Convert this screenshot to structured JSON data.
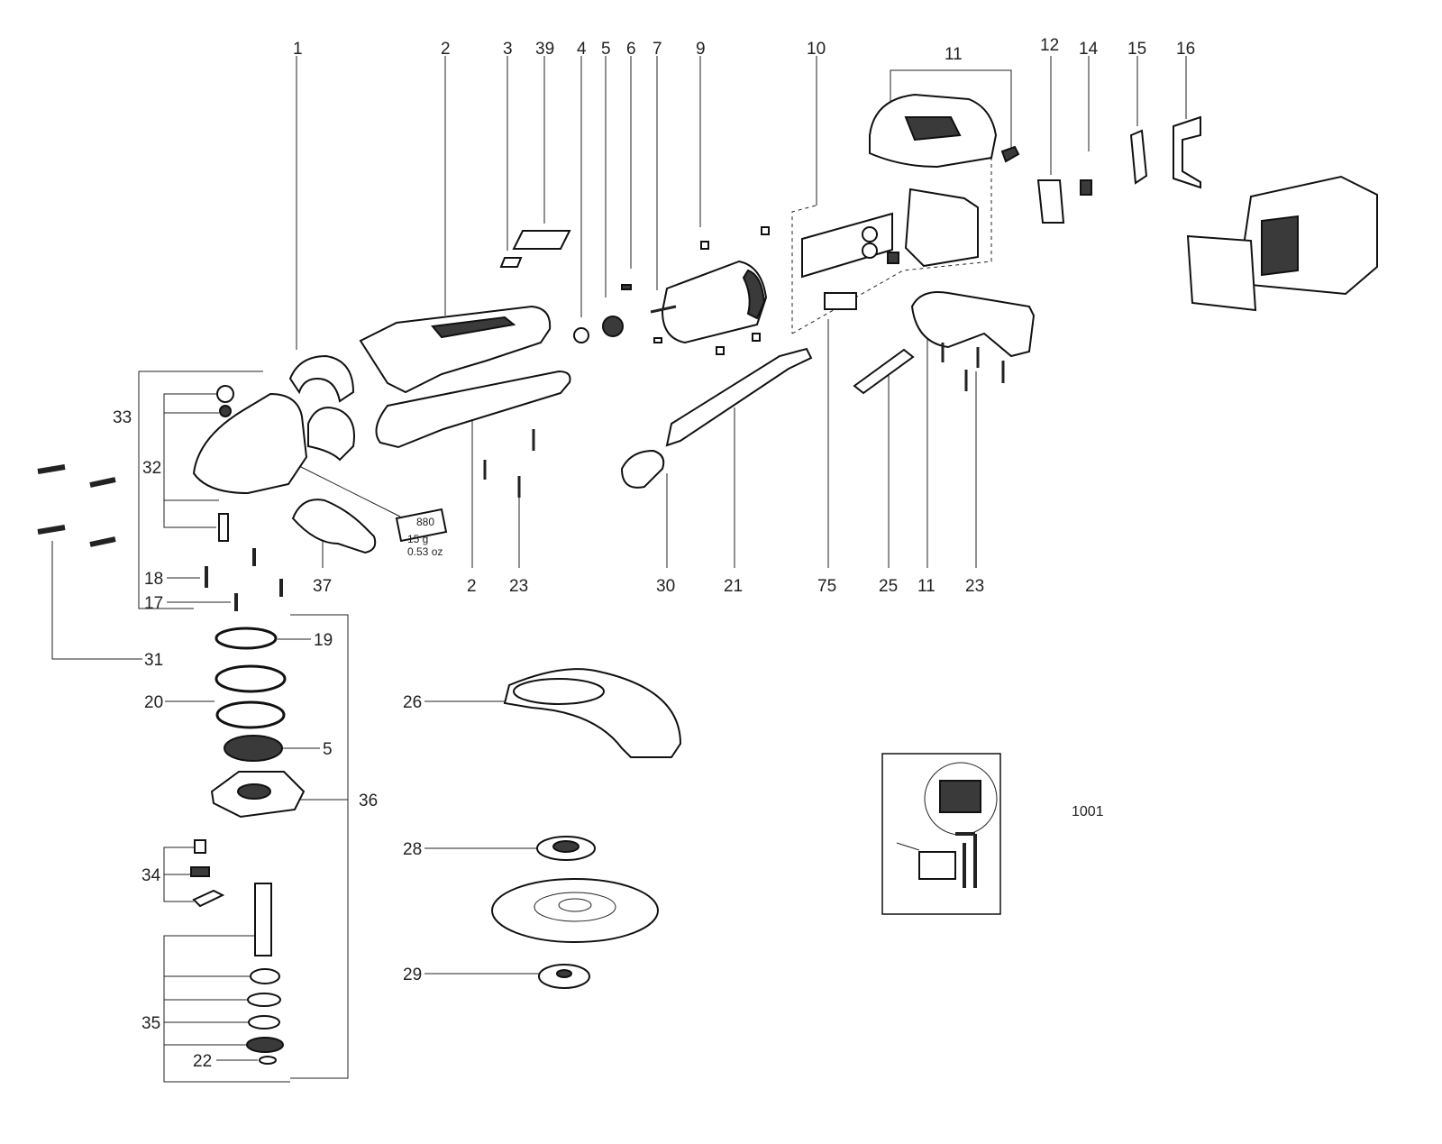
{
  "labels": {
    "l1": "1",
    "l2a": "2",
    "l2b": "2",
    "l3": "3",
    "l39": "39",
    "l4": "4",
    "l5a": "5",
    "l5b": "5",
    "l6": "6",
    "l7": "7",
    "l9": "9",
    "l10": "10",
    "l11a": "11",
    "l11b": "11",
    "l12": "12",
    "l14": "14",
    "l15": "15",
    "l16": "16",
    "l17": "17",
    "l18": "18",
    "l19": "19",
    "l20": "20",
    "l21": "21",
    "l22": "22",
    "l23a": "23",
    "l23b": "23",
    "l25": "25",
    "l26": "26",
    "l28": "28",
    "l29": "29",
    "l30": "30",
    "l31": "31",
    "l32": "32",
    "l33": "33",
    "l34": "34",
    "l35": "35",
    "l36": "36",
    "l37": "37",
    "l75": "75",
    "l1001": "1001"
  },
  "grease": {
    "code": "880",
    "weight_g": "15 g",
    "weight_oz": "0.53  oz"
  }
}
